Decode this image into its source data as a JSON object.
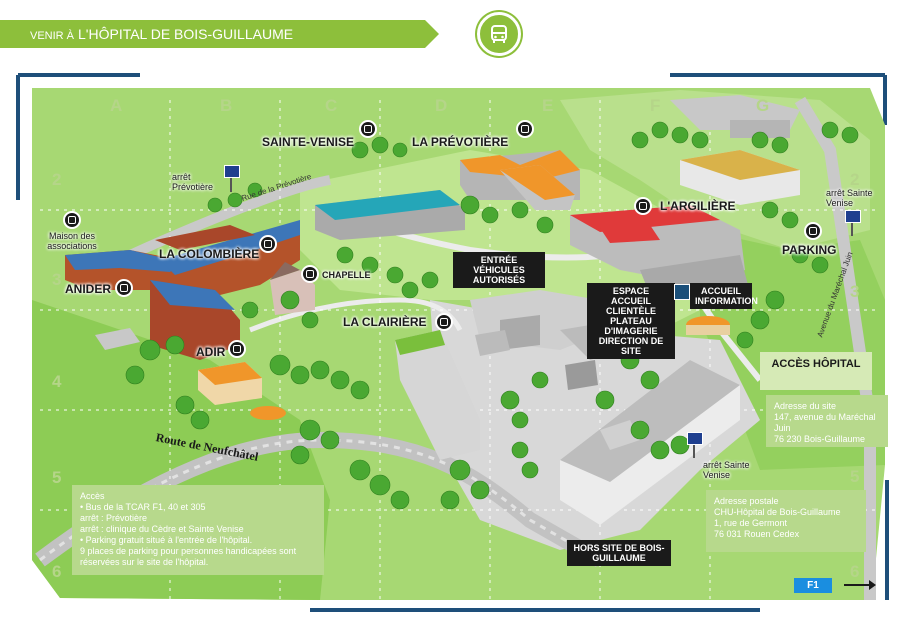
{
  "header": {
    "title_lead": "VENIR À",
    "title_main": "L'HÔPITAL DE BOIS-GUILLAUME",
    "banner_color": "#8dbf3b"
  },
  "top_icon": "bus-icon",
  "grid": {
    "columns": [
      "A",
      "B",
      "C",
      "D",
      "E",
      "F",
      "G"
    ],
    "rows_left": [
      "2",
      "3",
      "4",
      "5",
      "6"
    ],
    "rows_right": [
      "2",
      "3",
      "4",
      "5",
      "6"
    ]
  },
  "buildings": {
    "sainte_venise": "SAINTE-VENISE",
    "la_prevotiere": "LA PRÉVOTIÈRE",
    "largiliere": "L'ARGILIÈRE",
    "la_colombiere": "LA COLOMBIÈRE",
    "chapelle": "CHAPELLE",
    "anider": "ANIDER",
    "adir": "ADIR",
    "la_clairiere": "LA CLAIRIÈRE",
    "parking": "PARKING",
    "maison_associations": "Maison des associations"
  },
  "tags": {
    "entree_vehicules": "ENTRÉE VÉHICULES AUTORISÉS",
    "espace_accueil": "ESPACE ACCUEIL CLIENTÈLE PLATEAU D'IMAGERIE DIRECTION DE SITE",
    "accueil_information": "ACCUEIL INFORMATION",
    "hors_site": "HORS SITE DE BOIS-GUILLAUME"
  },
  "stops": {
    "prevotiere": "arrêt Prévotière",
    "sainte_venise_top": "arrêt Sainte Venise",
    "sainte_venise_bottom": "arrêt Sainte Venise"
  },
  "roads": {
    "rue_prevotiere": "Rue de la Prévotière",
    "route_neufchatel": "Route de Neufchâtel",
    "avenue_marechal": "Avenue du Maréchal Juin"
  },
  "acces_hopital": "ACCÈS HÔPITAL",
  "info_acces": [
    "Accès",
    "• Bus de la TCAR F1, 40 et 305",
    "arrêt : Prévotière",
    "arrêt : clinique du Cèdre et Sainte Venise",
    "• Parking gratuit situé à l'entrée de l'hôpital.",
    "9 places de parking pour personnes handicapées sont réservées sur le site de l'hôpital."
  ],
  "adresse_site": [
    "Adresse du site",
    "147, avenue du Maréchal Juin",
    "76 230 Bois-Guillaume"
  ],
  "adresse_postale": [
    "Adresse postale",
    "CHU-Hôpital de Bois-Guillaume",
    "1, rue de Germont",
    "76 031 Rouen Cedex"
  ],
  "f1_label": "F1",
  "colors": {
    "grass": "#8fcc5a",
    "grass_light": "#b9e08c",
    "road": "#c9c9c9",
    "frame_blue": "#1e4f7a"
  }
}
